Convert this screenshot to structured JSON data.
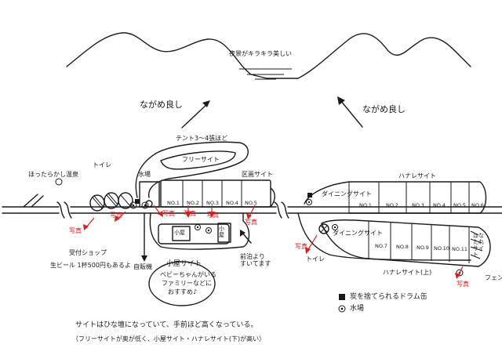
{
  "map": {
    "scenery": {
      "night_view_label": "夜景がキラキラ美しい",
      "view_left_label": "ながめ良し",
      "view_right_label": "ながめ良し"
    },
    "areas": {
      "tent_note": "テント3～4張ほど",
      "free_site": "フリーサイト",
      "kukaku_site": "区画サイト",
      "hanare_site_top": "ハナレサイト",
      "hanare_site_bottom": "ハナレサイト(上)",
      "hanatare_site": "はなたれサイト",
      "koya_site": "小屋サイト",
      "koya_site_desc_1": "ベビーちゃんがいる",
      "koya_site_desc_2": "ファミリーなどに",
      "koya_site_desc_3": "おすすめ♪"
    },
    "places": {
      "hot_spring": "ほったらかし温泉",
      "toilet_1": "トイレ",
      "water_kitchen": "水場",
      "shop": "受付ショップ",
      "beer_price": "生ビール 1杯500円もあるよ",
      "vending": "自販機",
      "dining_site_1": "ダイニングサイト",
      "dining_site_2": "ダイニングサイト",
      "toilet_2": "トイレ",
      "fence": "フェンス",
      "parking": "前泊より\nすいてます",
      "koya_1": "小屋",
      "koya_2": "小屋",
      "photo": "写真"
    },
    "kukaku_numbers": [
      "NO.1",
      "NO.2",
      "NO.3",
      "NO.4",
      "NO.5"
    ],
    "hanare_top_numbers": [
      "NO.1",
      "NO.2",
      "NO.3",
      "NO.4",
      "NO.5",
      "NO.6"
    ],
    "hanare_bottom_numbers": [
      "NO.7",
      "NO.8",
      "NO.9",
      "NO.10",
      "NO.11"
    ],
    "legend": {
      "drum_can": "炭を捨てられるドラム缶",
      "water": "水場"
    },
    "footnote": {
      "line1": "サイトはひな壇になっていて、手前ほど高くなっている。",
      "line2": "（フリーサイトが奥が低く、小屋サイト・ハナレサイト(下)が高い）"
    },
    "colors": {
      "ink": "#1a1a1a",
      "red": "#d61f1f",
      "paper": "#ffffff"
    }
  }
}
